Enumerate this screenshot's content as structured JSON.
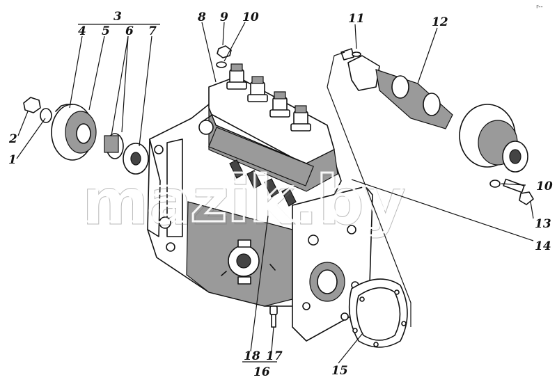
{
  "callouts": {
    "c1": "1",
    "c2": "2",
    "c3": "3",
    "c4": "4",
    "c5": "5",
    "c6": "6",
    "c7": "7",
    "c8": "8",
    "c9": "9",
    "c10a": "10",
    "c10b": "10",
    "c11": "11",
    "c12": "12",
    "c13": "13",
    "c14": "14",
    "c15": "15",
    "c16": "16",
    "c17": "17",
    "c18": "18"
  },
  "watermark": "mazik.by",
  "corner_mark": "r--"
}
